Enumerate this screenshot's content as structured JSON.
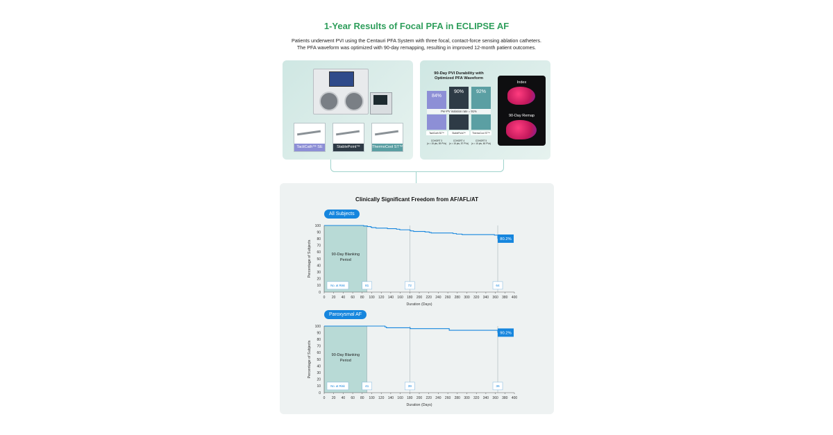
{
  "title": "1-Year Results of Focal PFA in ECLIPSE AF",
  "subtitle": {
    "line1": "Patients underwent PVI using the Centauri PFA System with three focal, contact-force sensing ablation catheters.",
    "line2": "The PFA waveform was optimized with 90-day remapping, resulting in improved 12-month patient outcomes."
  },
  "left_panel": {
    "catheters": [
      "TactiCath™ SE",
      "StablePoint™",
      "ThermoCool ST™"
    ]
  },
  "right_panel": {
    "title": "90-Day PVI Durability with Optimized PFA Waveform",
    "bars": [
      "84%",
      "90%",
      "92%"
    ],
    "rate_label": "Per-PV isolation rate = 91%",
    "catheter_labels": [
      "TactiCath SE™",
      "StablePoint™",
      "ThermoCool ST™"
    ],
    "cohorts": [
      {
        "line1": "COHORT 3",
        "line2": "(n = 15 pts, 59 PVs)"
      },
      {
        "line1": "COHORT 4",
        "line2": "(n = 15 pts, 57 PVs)"
      },
      {
        "line1": "COHORT 5",
        "line2": "(n = 15 pts, 60 PVs)"
      }
    ],
    "map_labels": {
      "top": "Index",
      "bottom": "90-Day Remap"
    }
  },
  "colors": {
    "accent": "#1686de",
    "title_green": "#2e9e5b",
    "blanking": "#8cc6bf"
  },
  "chart_card_title": "Clinically Significant Freedom from AF/AFL/AT",
  "chart_data": [
    {
      "type": "line",
      "title": "All Subjects",
      "xlabel": "Duration (Days)",
      "ylabel": "Percentage of Subjects",
      "xlim": [
        0,
        400
      ],
      "ylim": [
        0,
        100
      ],
      "x_ticks": [
        0,
        20,
        40,
        60,
        80,
        100,
        120,
        140,
        160,
        180,
        200,
        220,
        240,
        260,
        280,
        300,
        320,
        340,
        360,
        380,
        400
      ],
      "y_ticks": [
        0,
        10,
        20,
        30,
        40,
        50,
        60,
        70,
        80,
        90,
        100
      ],
      "blanking_label": "90-Day Blanking Period",
      "blanking_range": [
        0,
        90
      ],
      "series": [
        {
          "x": [
            0,
            62,
            83,
            91,
            98,
            100,
            109,
            133,
            152,
            159,
            180,
            182,
            188,
            212,
            221,
            225,
            241,
            244,
            253,
            265,
            271,
            278,
            290,
            305,
            316,
            340,
            358,
            365
          ],
          "y": [
            100,
            100,
            99.2,
            98.4,
            97.6,
            96.8,
            96,
            95.2,
            94.4,
            93.5,
            92.7,
            91.9,
            91.1,
            90.3,
            89.5,
            88.7,
            88.7,
            88.7,
            88.7,
            88.7,
            87.9,
            87.1,
            86.3,
            86.3,
            86.3,
            86.3,
            85.5,
            80.2
          ]
        }
      ],
      "end_label": "80.2%",
      "at_risk_label": "No. at Risk",
      "at_risk": [
        {
          "x": 90,
          "n": "81"
        },
        {
          "x": 180,
          "n": "72"
        },
        {
          "x": 365,
          "n": "64"
        }
      ]
    },
    {
      "type": "line",
      "title": "Paroxysmal AF",
      "xlabel": "Duration (Days)",
      "ylabel": "Percentage of Subjects",
      "xlim": [
        0,
        400
      ],
      "ylim": [
        0,
        100
      ],
      "x_ticks": [
        0,
        20,
        40,
        60,
        80,
        100,
        120,
        140,
        160,
        180,
        200,
        220,
        240,
        260,
        280,
        300,
        320,
        340,
        360,
        380,
        400
      ],
      "y_ticks": [
        0,
        10,
        20,
        30,
        40,
        50,
        60,
        70,
        80,
        90,
        100
      ],
      "blanking_label": "90-Day Blanking Period",
      "blanking_range": [
        0,
        90
      ],
      "series": [
        {
          "x": [
            0,
            91,
            128,
            131,
            181,
            260,
            263,
            358,
            365
          ],
          "y": [
            100,
            100,
            98.7,
            97.5,
            96.2,
            96.2,
            93.7,
            93.7,
            90.2
          ]
        }
      ],
      "end_label": "90.2%",
      "at_risk_label": "No. at Risk",
      "at_risk": [
        {
          "x": 90,
          "n": "41"
        },
        {
          "x": 180,
          "n": "39"
        },
        {
          "x": 365,
          "n": "36"
        }
      ]
    }
  ]
}
